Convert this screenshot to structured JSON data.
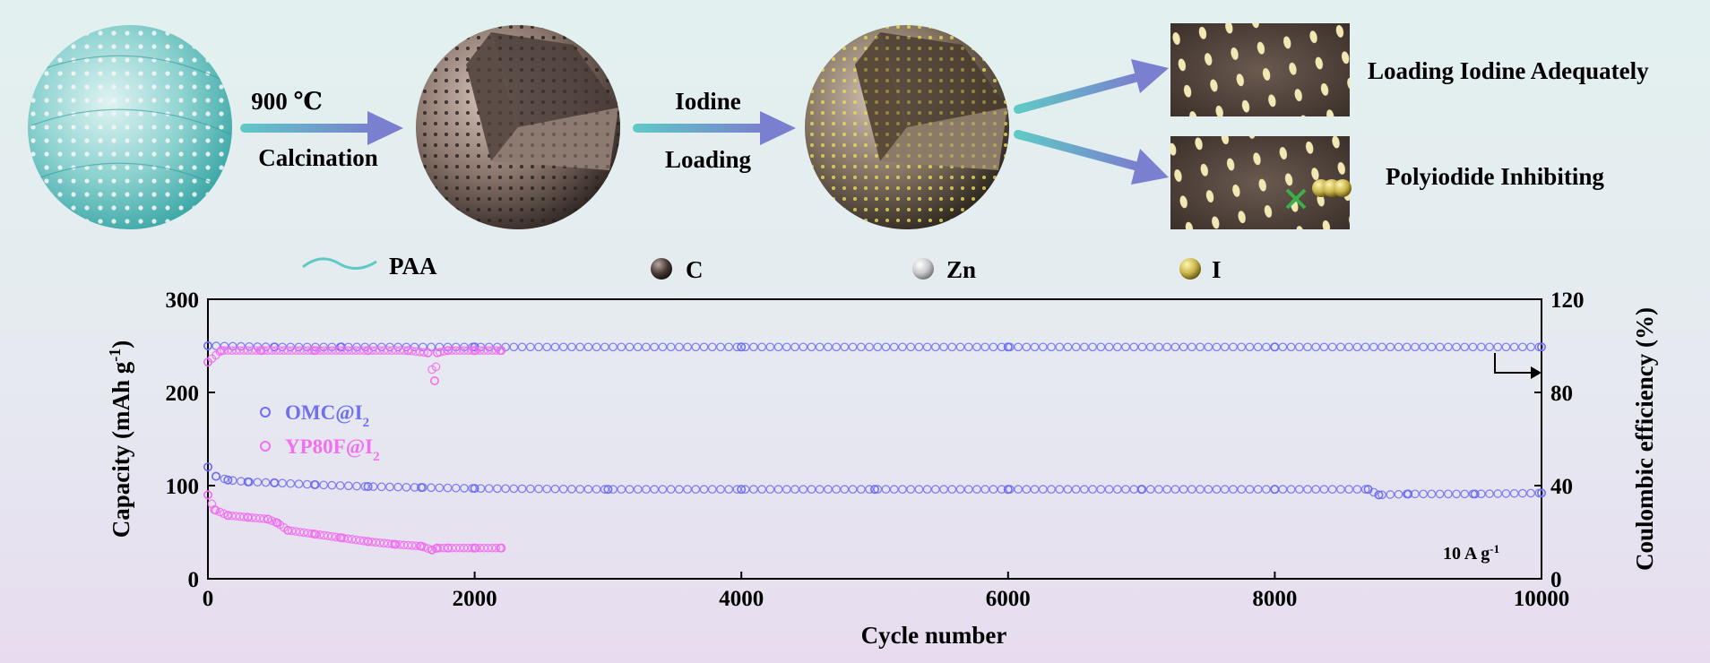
{
  "scheme": {
    "step1": {
      "top": "900 ℃",
      "bottom": "Calcination"
    },
    "step2": {
      "top": "Iodine",
      "bottom": "Loading"
    },
    "result_top": "Loading Iodine Adequately",
    "result_bottom": "Polyiodide Inhibiting"
  },
  "legend": {
    "paa": "PAA",
    "c": "C",
    "zn": "Zn",
    "i": "I"
  },
  "colors": {
    "paa": "#5fc9c6",
    "arrow": "#7a7fcf",
    "carbon": "#6e5d55",
    "zinc": "#e9e9ea",
    "iodine": "#e3d46b",
    "omc": "#6f6ff0",
    "yp80f": "#f070f0"
  },
  "chart_data": {
    "type": "scatter",
    "xlabel": "Cycle number",
    "ylabel_left": "Capacity (mAh g",
    "ylabel_left_sup": "-1",
    "ylabel_left_end": ")",
    "ylabel_right": "Coulombic efficiency (%)",
    "xlim": [
      0,
      10000
    ],
    "ylim_left": [
      0,
      300
    ],
    "ylim_right": [
      0,
      120
    ],
    "xticks": [
      0,
      2000,
      4000,
      6000,
      8000,
      10000
    ],
    "yticks_left": [
      0,
      100,
      200,
      300
    ],
    "yticks_right": [
      0,
      40,
      80,
      120
    ],
    "annotation": "10 A g",
    "annotation_sup": "-1",
    "legend_placement": "left",
    "series": [
      {
        "name": "OMC@I",
        "name_sub": "2",
        "color": "#6f6ff0",
        "capacity": {
          "x": [
            0,
            60,
            150,
            300,
            500,
            800,
            1200,
            1600,
            2000,
            3000,
            4000,
            5000,
            6000,
            7000,
            8000,
            8700,
            8780,
            9000,
            9500,
            10000
          ],
          "y": [
            120,
            110,
            106,
            104,
            103,
            101,
            99,
            98,
            97,
            96,
            96,
            96,
            96,
            96,
            96,
            96,
            90,
            91,
            91,
            92
          ]
        },
        "coulombic_efficiency": {
          "x": [
            0,
            500,
            1000,
            2000,
            4000,
            6000,
            8000,
            10000
          ],
          "y": [
            100,
            99.5,
            99.5,
            99.5,
            99.5,
            99.5,
            99.5,
            99.5
          ]
        }
      },
      {
        "name": "YP80F@I",
        "name_sub": "2",
        "color": "#f070f0",
        "capacity": {
          "x": [
            0,
            50,
            150,
            300,
            450,
            520,
            600,
            800,
            1000,
            1200,
            1400,
            1600,
            1680,
            1720,
            1800,
            2000,
            2200
          ],
          "y": [
            90,
            74,
            68,
            66,
            64,
            60,
            52,
            48,
            44,
            40,
            37,
            35,
            31,
            33,
            33,
            33,
            33
          ]
        },
        "coulombic_efficiency": {
          "x": [
            0,
            100,
            400,
            800,
            1200,
            1500,
            1650,
            1700,
            1720,
            1800,
            2000,
            2200
          ],
          "y": [
            93,
            98,
            98,
            98,
            98,
            98,
            97,
            85,
            97,
            98,
            98,
            98
          ]
        }
      }
    ]
  }
}
